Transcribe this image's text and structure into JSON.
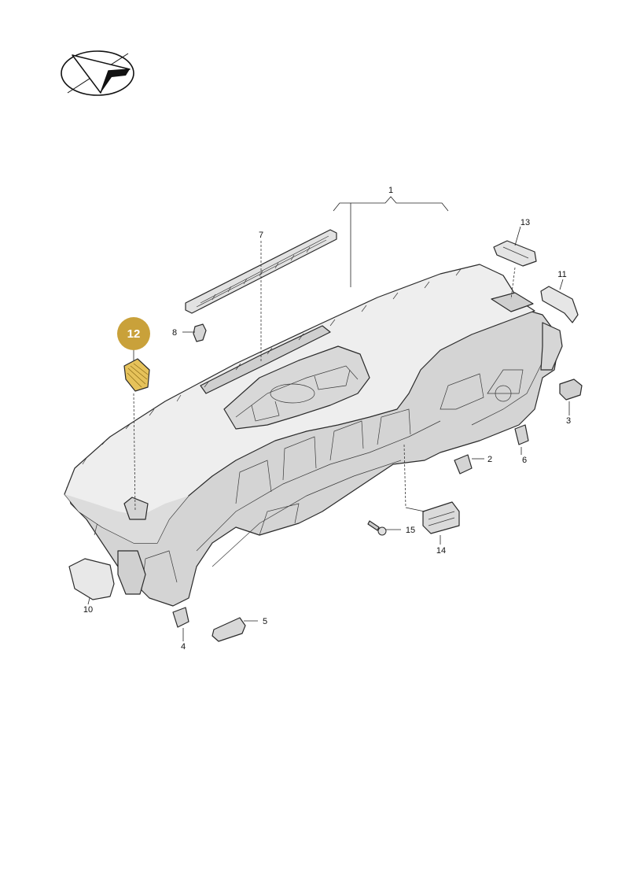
{
  "callouts": {
    "c1": "1",
    "c2": "2",
    "c3": "3",
    "c4": "4",
    "c5": "5",
    "c6": "6",
    "c7": "7",
    "c8": "8",
    "c10": "10",
    "c11": "11",
    "c12": "12",
    "c13": "13",
    "c14": "14",
    "c15": "15"
  },
  "colors": {
    "highlight": "#c9a13a",
    "highlight_fill": "#e6c25a",
    "panel_top": "#efefef",
    "panel_shade": "#d9d9d9",
    "frame": "#cfcfcf",
    "line": "#2a2a2a"
  },
  "icons": {
    "logo": "paper-plane-logo"
  }
}
